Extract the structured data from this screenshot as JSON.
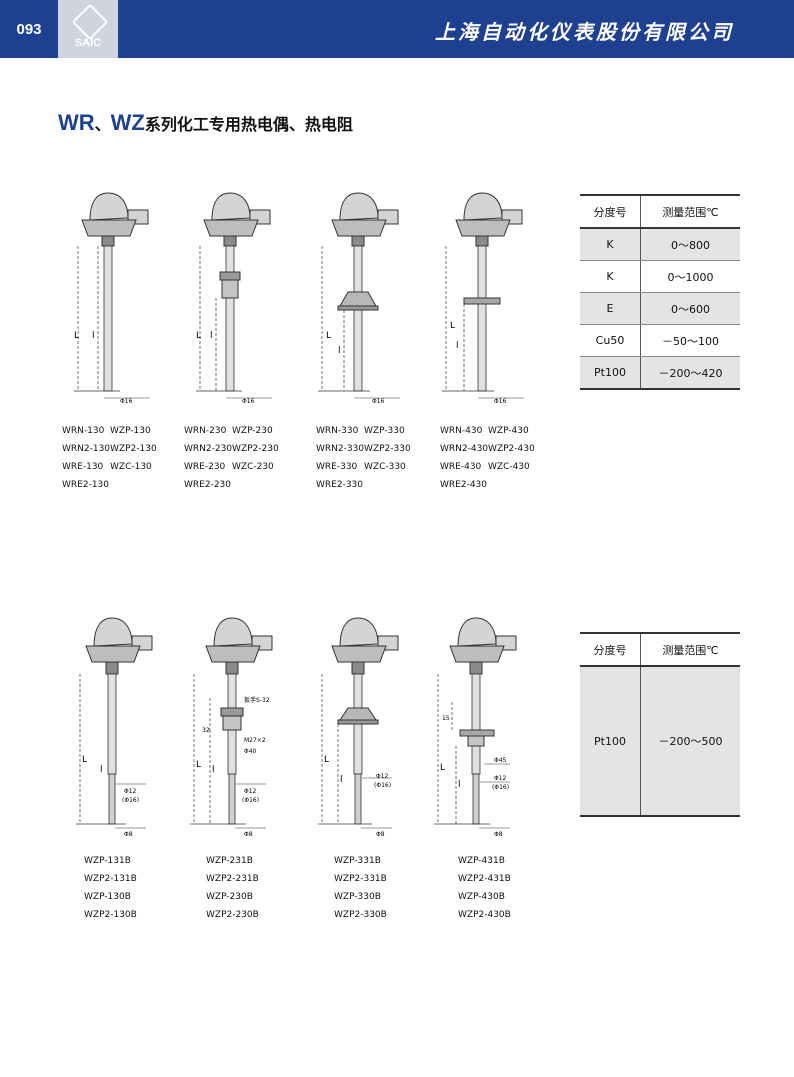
{
  "header": {
    "page_number": "093",
    "logo_text": "SAIC",
    "company": "上海自动化仪表股份有限公司"
  },
  "title": {
    "prefix_a": "WR",
    "separator": "、",
    "prefix_b": "WZ",
    "suffix": "系列化工专用热电偶、热电阻"
  },
  "top_drawings": [
    {
      "diameter": "Φ16",
      "length": "L",
      "insert": "l"
    },
    {
      "diameter": "Φ16",
      "length": "L",
      "insert": "l"
    },
    {
      "diameter": "Φ16",
      "length": "L",
      "insert": "l"
    },
    {
      "diameter": "Φ16",
      "length": "L",
      "insert": "l"
    }
  ],
  "top_models": [
    [
      [
        "WRN-130",
        "WZP-130"
      ],
      [
        "WRN2-130",
        "WZP2-130"
      ],
      [
        "WRE-130",
        "WZC-130"
      ],
      [
        "WRE2-130",
        ""
      ]
    ],
    [
      [
        "WRN-230",
        "WZP-230"
      ],
      [
        "WRN2-230",
        "WZP2-230"
      ],
      [
        "WRE-230",
        "WZC-230"
      ],
      [
        "WRE2-230",
        ""
      ]
    ],
    [
      [
        "WRN-330",
        "WZP-330"
      ],
      [
        "WRN2-330",
        "WZP2-330"
      ],
      [
        "WRE-330",
        "WZC-330"
      ],
      [
        "WRE2-330",
        ""
      ]
    ],
    [
      [
        "WRN-430",
        "WZP-430"
      ],
      [
        "WRN2-430",
        "WZP2-430"
      ],
      [
        "WRE-430",
        "WZC-430"
      ],
      [
        "WRE2-430",
        ""
      ]
    ]
  ],
  "table1": {
    "headers": [
      "分度号",
      "测量范围℃"
    ],
    "rows": [
      [
        "K",
        "0～800"
      ],
      [
        "K",
        "0～1000"
      ],
      [
        "E",
        "0～600"
      ],
      [
        "Cu50",
        "－50～100"
      ],
      [
        "Pt100",
        "－200～420"
      ]
    ]
  },
  "bottom_drawings": [
    {
      "length": "L",
      "insert": "l",
      "d_outer": "Φ12",
      "d_outer_alt": "(Φ16)",
      "d_tip": "Φ8"
    },
    {
      "length": "L",
      "insert": "l",
      "d_outer": "Φ12",
      "d_outer_alt": "(Φ16)",
      "d_tip": "Φ8",
      "wrench": "扳手S-32",
      "thread": "M27×2",
      "boss": "Φ40",
      "dim": "32"
    },
    {
      "length": "L",
      "insert": "l",
      "d_outer": "Φ12",
      "d_outer_alt": "(Φ16)",
      "d_tip": "Φ8"
    },
    {
      "length": "L",
      "insert": "l",
      "d_outer": "Φ12",
      "d_outer_alt": "(Φ16)",
      "d_tip": "Φ8",
      "flange": "Φ45",
      "dim": "15"
    }
  ],
  "bottom_models": [
    [
      "WZP-131B",
      "WZP2-131B",
      "WZP-130B",
      "WZP2-130B"
    ],
    [
      "WZP-231B",
      "WZP2-231B",
      "WZP-230B",
      "WZP2-230B"
    ],
    [
      "WZP-331B",
      "WZP2-331B",
      "WZP-330B",
      "WZP2-330B"
    ],
    [
      "WZP-431B",
      "WZP2-431B",
      "WZP-430B",
      "WZP2-430B"
    ]
  ],
  "table2": {
    "headers": [
      "分度号",
      "测量范围℃"
    ],
    "rows": [
      [
        "Pt100",
        "－200～500"
      ]
    ]
  }
}
